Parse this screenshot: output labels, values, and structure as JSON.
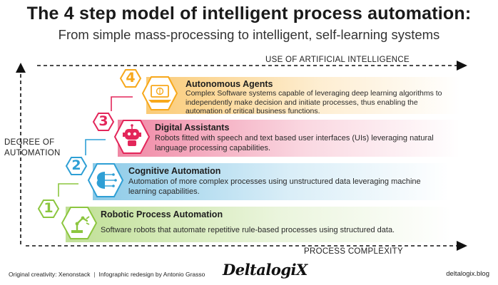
{
  "header": {
    "title": "The 4 step model of intelligent process automation:",
    "subtitle": "From simple mass-processing to intelligent, self-learning systems"
  },
  "axes": {
    "top": "USE OF ARTIFICIAL INTELLIGENCE",
    "bottom": "PROCESS COMPLEXITY",
    "left": [
      "DEGREE OF",
      "AUTOMATION"
    ]
  },
  "steps": [
    {
      "number": "1",
      "title": "Robotic Process Automation",
      "description": "Software robots that automate repetitive rule-based processes using structured data.",
      "color": "#8cc63f",
      "icon": "robotic-arm-icon"
    },
    {
      "number": "2",
      "title": "Cognitive Automation",
      "description": "Automation of more complex processes using unstructured data leveraging machine learning capabilities.",
      "color": "#2e9fd5",
      "icon": "brain-circuit-icon"
    },
    {
      "number": "3",
      "title": "Digital Assistants",
      "description": "Robots fitted with speech and text based user interfaces (UIs) leveraging natural language processing capabilities.",
      "color": "#e3265a",
      "icon": "robot-head-icon"
    },
    {
      "number": "4",
      "title": "Autonomous Agents",
      "description": "Complex Software systems capable of leveraging deep learning algorithms to independently make decision and initiate processes, thus enabling the automation of critical business functions.",
      "color": "#f7a81b",
      "icon": "laptop-brain-icon"
    }
  ],
  "footer": {
    "credit_original": "Original creativity: Xenonstack",
    "credit_redesign": "Infographic redesign by Antonio Grasso",
    "brand": "DeltalogiX",
    "website": "deltalogix.blog"
  }
}
